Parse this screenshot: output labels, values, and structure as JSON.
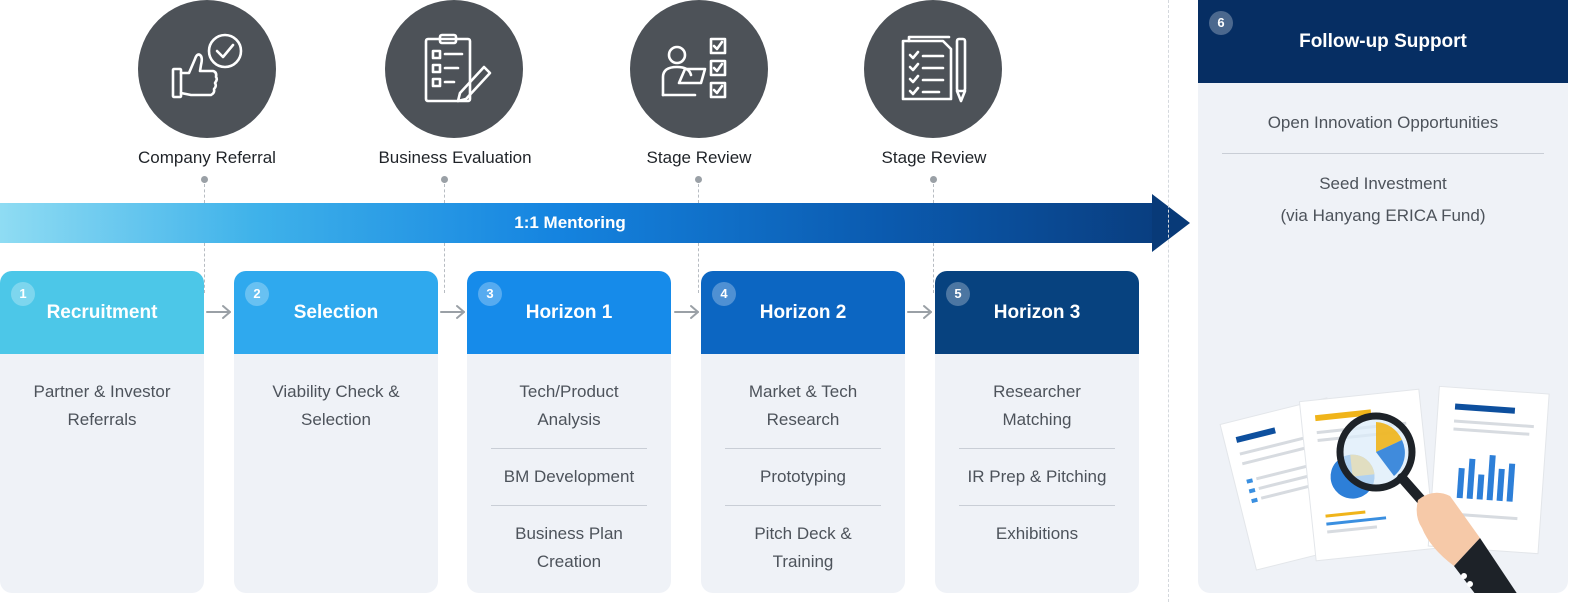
{
  "checkpoints": [
    {
      "label": "Company Referral",
      "icon": "thumbs-up-check-icon"
    },
    {
      "label": "Business Evaluation",
      "icon": "clipboard-checklist-icon"
    },
    {
      "label": "Stage Review",
      "icon": "person-checklist-icon"
    },
    {
      "label": "Stage Review",
      "icon": "document-pen-icon"
    }
  ],
  "mentoring": {
    "label": "1:1 Mentoring"
  },
  "stages": [
    {
      "number": "1",
      "title": "Recruitment",
      "color": "#4cc7e8",
      "items": [
        "Partner & Investor Referrals"
      ]
    },
    {
      "number": "2",
      "title": "Selection",
      "color": "#2fa9ee",
      "items": [
        "Viability Check & Selection"
      ]
    },
    {
      "number": "3",
      "title": "Horizon 1",
      "color": "#168bea",
      "items": [
        "Tech/Product Analysis",
        "BM Development",
        "Business Plan Creation"
      ]
    },
    {
      "number": "4",
      "title": "Horizon 2",
      "color": "#0c66c2",
      "items": [
        "Market & Tech Research",
        "Prototyping",
        "Pitch Deck & Training"
      ]
    },
    {
      "number": "5",
      "title": "Horizon 3",
      "color": "#07427f",
      "items": [
        "Researcher Matching",
        "IR Prep & Pitching",
        "Exhibitions"
      ]
    }
  ],
  "followup": {
    "number": "6",
    "title": "Follow-up Support",
    "color": "#062e63",
    "items": [
      "Open Innovation Opportunities",
      "Seed Investment",
      "(via Hanyang ERICA Fund)"
    ]
  }
}
